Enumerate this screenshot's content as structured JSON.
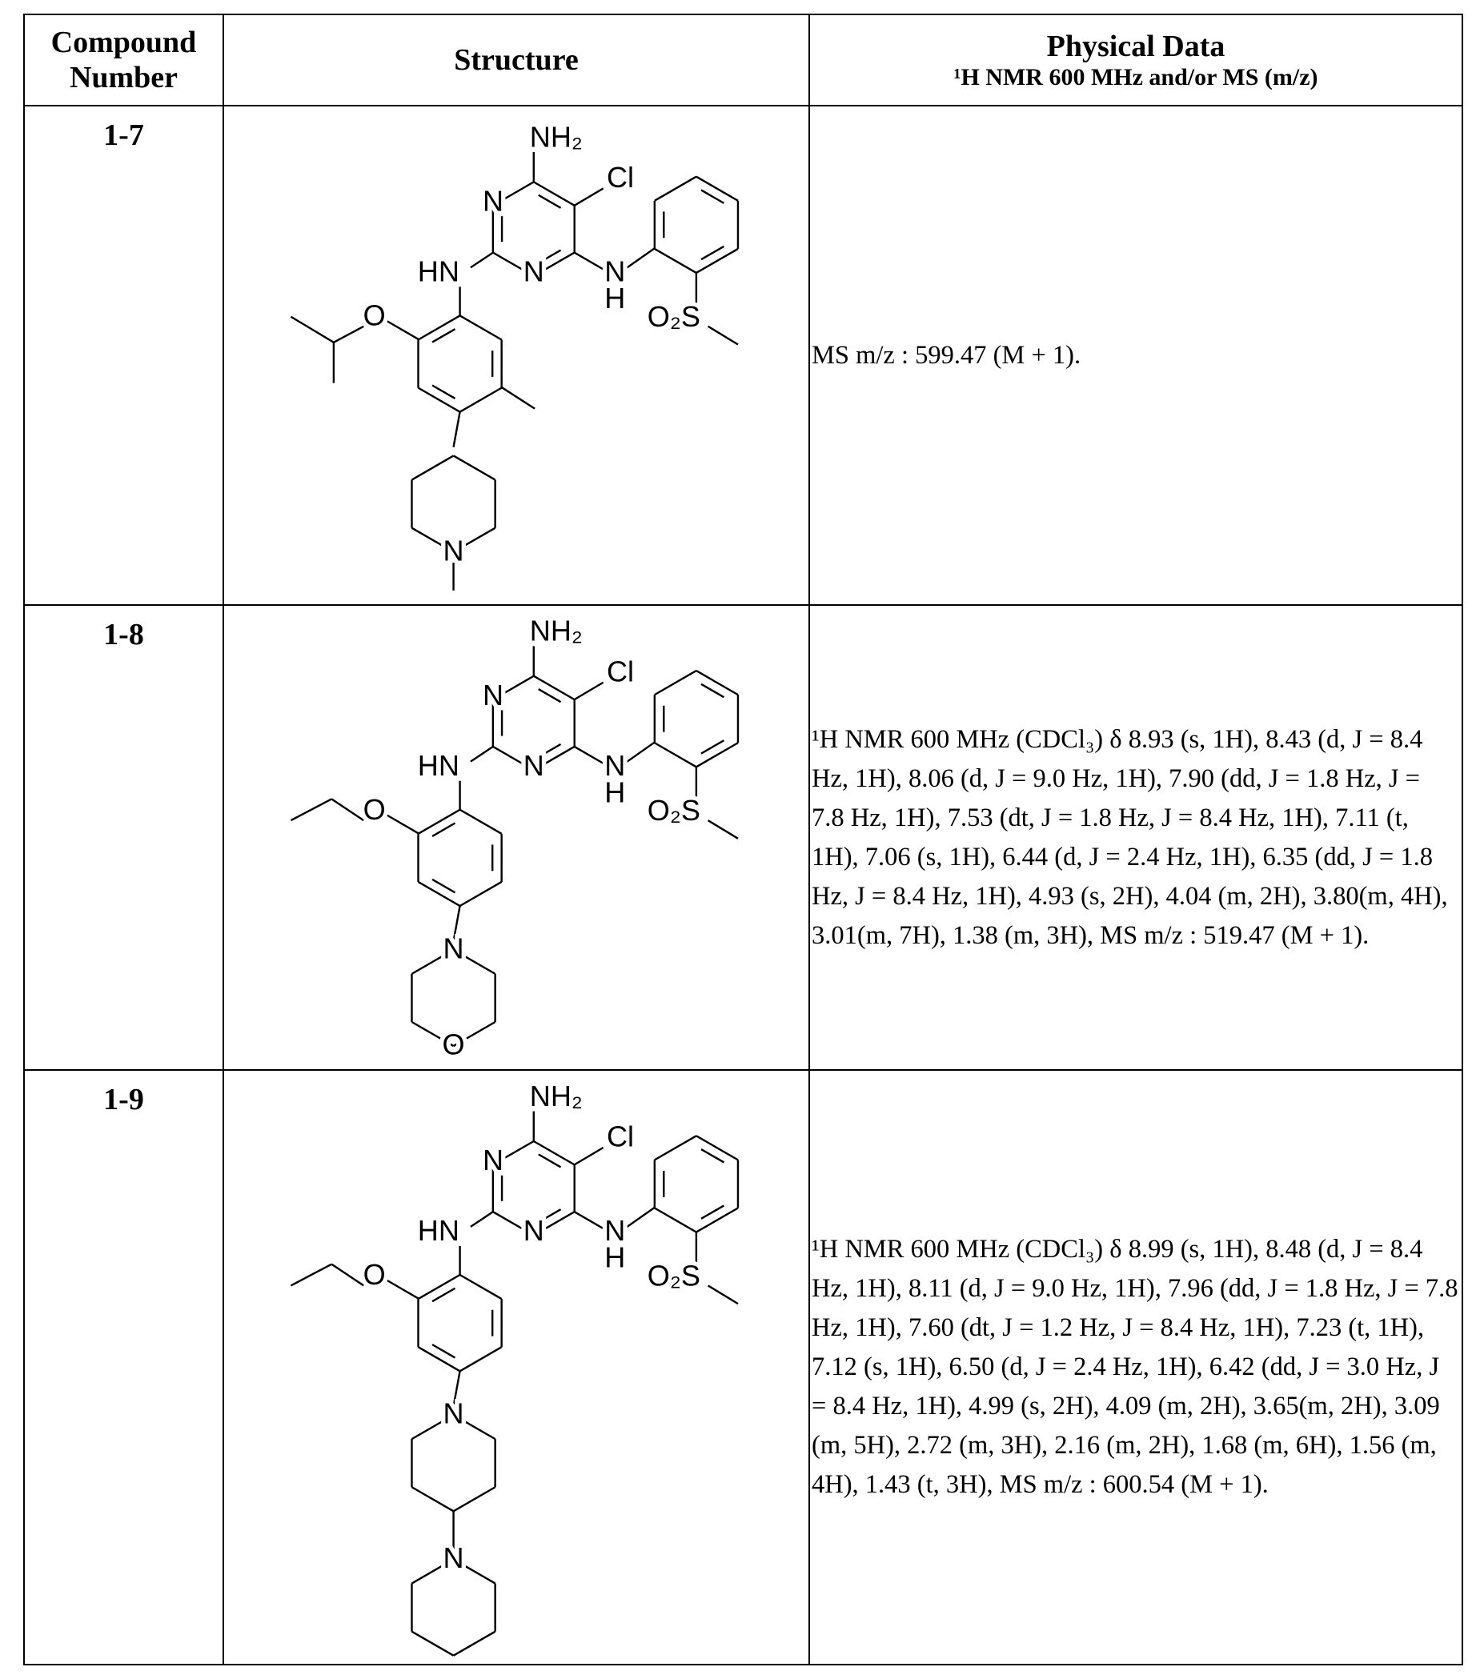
{
  "header": {
    "compound_line1": "Compound",
    "compound_line2": "Number",
    "structure": "Structure",
    "physical": "Physical Data",
    "physical_sub": "¹H NMR 600 MHz and/or MS (m/z)"
  },
  "rows": [
    {
      "id": "1-7",
      "data": "MS m/z : 599.47 (M + 1)."
    },
    {
      "id": "1-8",
      "data": "¹H NMR 600 MHz (CDCl₃) δ 8.93 (s, 1H), 8.43 (d, J = 8.4 Hz, 1H), 8.06 (d, J = 9.0 Hz, 1H), 7.90 (dd, J = 1.8 Hz, J = 7.8 Hz, 1H), 7.53 (dt, J = 1.8 Hz, J = 8.4 Hz, 1H), 7.11 (t, 1H), 7.06 (s, 1H), 6.44 (d, J = 2.4 Hz, 1H), 6.35 (dd, J = 1.8 Hz, J = 8.4 Hz, 1H), 4.93 (s, 2H), 4.04 (m, 2H), 3.80(m, 4H), 3.01(m, 7H), 1.38 (m, 3H), MS m/z : 519.47 (M + 1)."
    },
    {
      "id": "1-9",
      "data": "¹H NMR 600 MHz (CDCl₃) δ 8.99 (s, 1H), 8.48 (d, J = 8.4 Hz, 1H), 8.11 (d, J = 9.0 Hz, 1H), 7.96 (dd, J = 1.8 Hz, J = 7.8 Hz, 1H), 7.60 (dt, J = 1.2 Hz, J = 8.4 Hz, 1H), 7.23 (t, 1H), 7.12 (s, 1H), 6.50 (d, J = 2.4 Hz, 1H), 6.42 (dd, J = 3.0 Hz, J = 8.4 Hz, 1H), 4.99 (s, 2H), 4.09 (m, 2H), 3.65(m, 2H), 3.09 (m, 5H), 2.72 (m, 3H), 2.16 (m, 2H), 1.68 (m, 6H), 1.56 (m, 4H), 1.43 (t, 3H), MS m/z : 600.54 (M + 1)."
    }
  ],
  "atom_labels": {
    "nh2": "NH₂",
    "cl": "Cl",
    "n": "N",
    "hn": "HN",
    "h": "H",
    "o2s": "O₂S",
    "o": "O"
  }
}
